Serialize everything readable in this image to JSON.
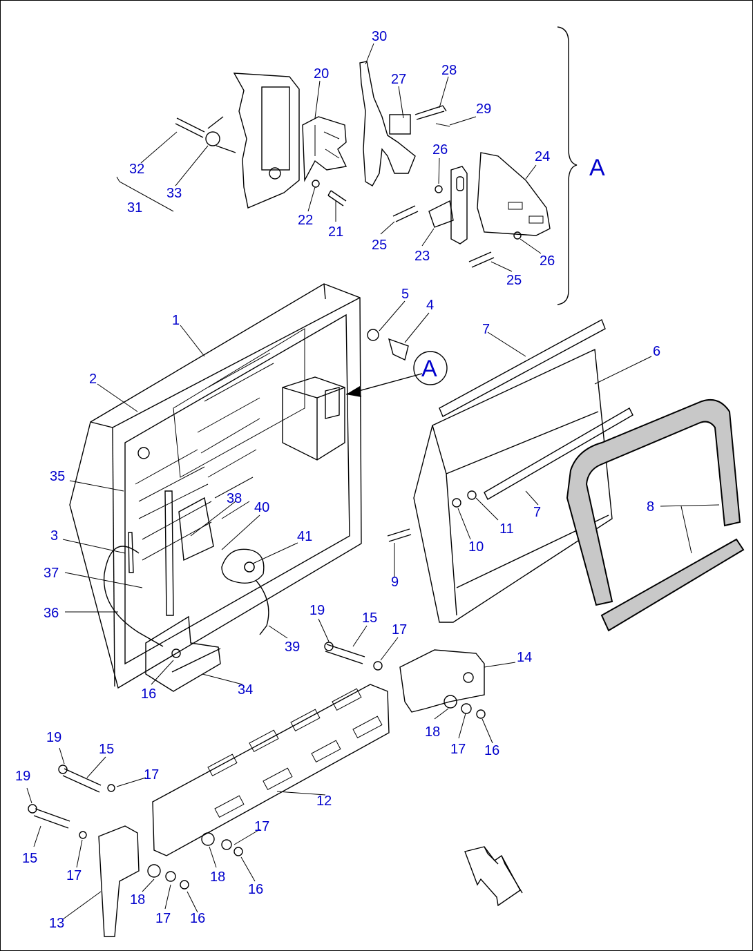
{
  "labels": [
    {
      "id": "l30",
      "text": "30"
    },
    {
      "id": "l20",
      "text": "20"
    },
    {
      "id": "l27",
      "text": "27"
    },
    {
      "id": "l28",
      "text": "28"
    },
    {
      "id": "l29",
      "text": "29"
    },
    {
      "id": "l26a",
      "text": "26"
    },
    {
      "id": "l24",
      "text": "24"
    },
    {
      "id": "l32",
      "text": "32"
    },
    {
      "id": "l33",
      "text": "33"
    },
    {
      "id": "l31",
      "text": "31"
    },
    {
      "id": "l22",
      "text": "22"
    },
    {
      "id": "l21",
      "text": "21"
    },
    {
      "id": "l25a",
      "text": "25"
    },
    {
      "id": "l23",
      "text": "23"
    },
    {
      "id": "l26b",
      "text": "26"
    },
    {
      "id": "l25b",
      "text": "25"
    },
    {
      "id": "l5",
      "text": "5"
    },
    {
      "id": "l4",
      "text": "4"
    },
    {
      "id": "l1",
      "text": "1"
    },
    {
      "id": "l7a",
      "text": "7"
    },
    {
      "id": "l6",
      "text": "6"
    },
    {
      "id": "l2",
      "text": "2"
    },
    {
      "id": "l35",
      "text": "35"
    },
    {
      "id": "l38",
      "text": "38"
    },
    {
      "id": "l40",
      "text": "40"
    },
    {
      "id": "l3",
      "text": "3"
    },
    {
      "id": "l41",
      "text": "41"
    },
    {
      "id": "l37",
      "text": "37"
    },
    {
      "id": "l36",
      "text": "36"
    },
    {
      "id": "l8",
      "text": "8"
    },
    {
      "id": "l7b",
      "text": "7"
    },
    {
      "id": "l11",
      "text": "11"
    },
    {
      "id": "l10",
      "text": "10"
    },
    {
      "id": "l9",
      "text": "9"
    },
    {
      "id": "l19a",
      "text": "19"
    },
    {
      "id": "l15a",
      "text": "15"
    },
    {
      "id": "l17a",
      "text": "17"
    },
    {
      "id": "l39",
      "text": "39"
    },
    {
      "id": "l14",
      "text": "14"
    },
    {
      "id": "l16a",
      "text": "16"
    },
    {
      "id": "l34",
      "text": "34"
    },
    {
      "id": "l18a",
      "text": "18"
    },
    {
      "id": "l17b",
      "text": "17"
    },
    {
      "id": "l16b",
      "text": "16"
    },
    {
      "id": "l19b",
      "text": "19"
    },
    {
      "id": "l15b",
      "text": "15"
    },
    {
      "id": "l17c",
      "text": "17"
    },
    {
      "id": "l19c",
      "text": "19"
    },
    {
      "id": "l12",
      "text": "12"
    },
    {
      "id": "l17d",
      "text": "17"
    },
    {
      "id": "l15c",
      "text": "15"
    },
    {
      "id": "l17e",
      "text": "17"
    },
    {
      "id": "l18b",
      "text": "18"
    },
    {
      "id": "l16c",
      "text": "16"
    },
    {
      "id": "l18c",
      "text": "18"
    },
    {
      "id": "l13",
      "text": "13"
    },
    {
      "id": "l17f",
      "text": "17"
    },
    {
      "id": "l16d",
      "text": "16"
    }
  ],
  "detail_letter": "A",
  "callout_letter": "A",
  "colors": {
    "label": "#0000cc",
    "line": "#000000",
    "seal": "#c8c8c8"
  }
}
